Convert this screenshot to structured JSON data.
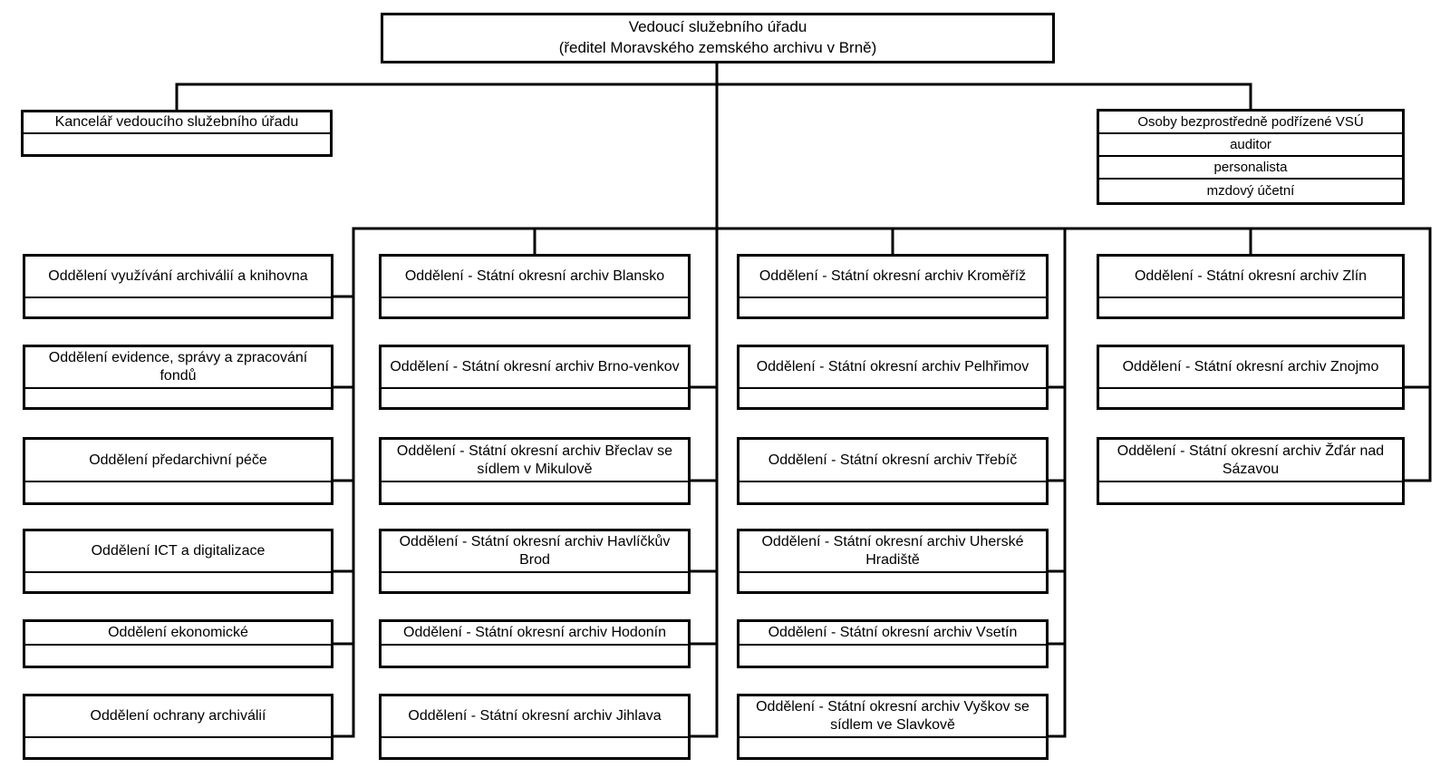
{
  "root": {
    "line1": "Vedoucí služebního úřadu",
    "line2": "(ředitel Moravského zemského archivu v Brně)"
  },
  "kancelar": {
    "title": "Kancelář vedoucího služebního úřadu"
  },
  "osoby": {
    "title": "Osoby bezprostředně podřízené VSÚ",
    "members": [
      "auditor",
      "personalista",
      "mzdový účetní"
    ]
  },
  "columns": [
    {
      "name": "internal-departments",
      "boxes": [
        "Oddělení využívání archiválií a knihovna",
        "Oddělení evidence, správy a zpracování fondů",
        "Oddělení předarchivní péče",
        "Oddělení ICT a digitalizace",
        "Oddělení ekonomické",
        "Oddělení ochrany archiválií"
      ]
    },
    {
      "name": "district-archives-1",
      "boxes": [
        "Oddělení - Státní okresní archiv Blansko",
        "Oddělení - Státní okresní archiv Brno-venkov",
        "Oddělení - Státní okresní archiv Břeclav se sídlem v Mikulově",
        "Oddělení - Státní okresní archiv Havlíčkův Brod",
        "Oddělení - Státní okresní archiv Hodonín",
        "Oddělení - Státní okresní archiv Jihlava"
      ]
    },
    {
      "name": "district-archives-2",
      "boxes": [
        "Oddělení - Státní okresní archiv Kroměříž",
        "Oddělení - Státní okresní archiv Pelhřimov",
        "Oddělení - Státní okresní archiv Třebíč",
        "Oddělení - Státní okresní archiv Uherské Hradiště",
        "Oddělení - Státní okresní archiv Vsetín",
        "Oddělení - Státní okresní archiv Vyškov se sídlem ve Slavkově"
      ]
    },
    {
      "name": "district-archives-3",
      "boxes": [
        "Oddělení - Státní okresní archiv Zlín",
        "Oddělení - Státní okresní archiv Znojmo",
        "Oddělení - Státní okresní archiv Žďár nad Sázavou"
      ]
    }
  ],
  "colors": {
    "background": "#ffffff",
    "box_background": "#ffffff",
    "border": "#000000",
    "line": "#000000",
    "text": "#000000"
  }
}
